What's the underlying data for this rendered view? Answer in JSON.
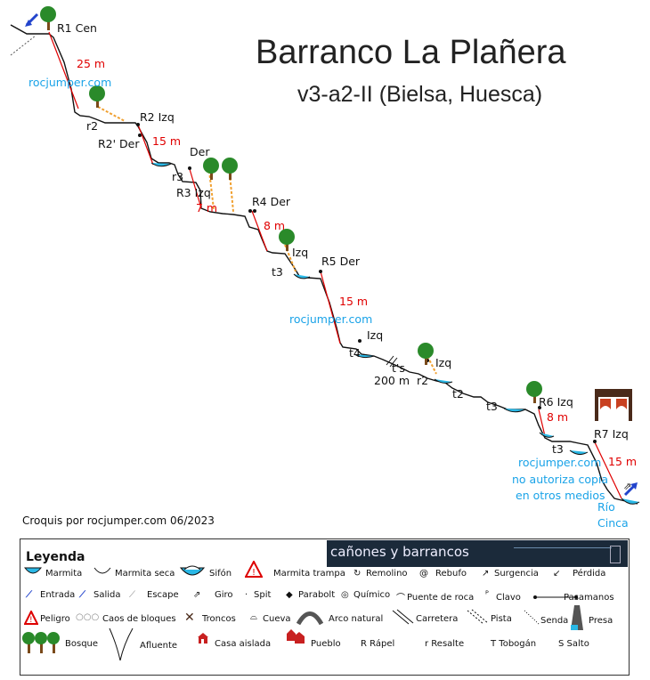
{
  "title": "Barranco La Plañera",
  "subtitle": "v3-a2-II (Bielsa, Huesca)",
  "credit": "Croquis por rocjumper.com 06/2023",
  "watermarks": [
    "rocjumper.com",
    "rocjumper.com",
    "rocjumper.com"
  ],
  "copy_notice": [
    "no autoriza copia",
    "en otros medios"
  ],
  "river_label": [
    "Río",
    "Cinca"
  ],
  "labels": {
    "r1": "R1 Cen",
    "r1_len": "25 m",
    "r2": "r2",
    "r2_izq": "R2 Izq",
    "r2p_der": "R2' Der",
    "r2_len": "15 m",
    "der": "Der",
    "r3": "r3",
    "r3_izq": "R3 Izq",
    "r3_len": "7 m",
    "r4_der": "R4 Der",
    "r4_len": "8 m",
    "izq1": "Izq",
    "t3a": "t3",
    "r5_der": "R5 Der",
    "r5_len": "15 m",
    "izq2": "Izq",
    "t4": "t4",
    "ts": "t's",
    "ts_len": "200 m",
    "izq3": "Izq",
    "r2b": "r2",
    "t2": "t2",
    "t3b": "t3",
    "r6_izq": "R6 Izq",
    "r6_len": "8 m",
    "t3c": "t3",
    "r7_izq": "R7 Izq",
    "r7_len": "15 m"
  },
  "legend": {
    "title": "Leyenda",
    "banner": "cañones y barrancos",
    "items": {
      "marmita": "Marmita",
      "marmita_seca": "Marmita seca",
      "sifon": "Sifón",
      "marmita_trampa": "Marmita trampa",
      "remolino": "Remolino",
      "rebufo": "Rebufo",
      "surgencia": "Surgencia",
      "perdida": "Pérdida",
      "entrada": "Entrada",
      "salida": "Salida",
      "escape": "Escape",
      "giro": "Giro",
      "spit": "Spit",
      "parabolt": "Parabolt",
      "quimico": "Químico",
      "puente_roca": "Puente de roca",
      "clavo": "Clavo",
      "pasamanos": "Pasamanos",
      "peligro": "Peligro",
      "caos": "Caos de bloques",
      "troncos": "Troncos",
      "cueva": "Cueva",
      "arco": "Arco natural",
      "carretera": "Carretera",
      "pista": "Pista",
      "senda": "Senda",
      "presa": "Presa",
      "bosque": "Bosque",
      "afluente": "Afluente",
      "casa": "Casa aislada",
      "pueblo": "Pueblo",
      "rapel": "R Rápel",
      "resalte": "r Resalte",
      "tobogan": "T Tobogán",
      "salto": "S Salto"
    }
  },
  "colors": {
    "water": "#2ab8e6",
    "rope": "#e00000",
    "tree_crown": "#2a8a2a",
    "trunk": "#7a4a1a",
    "escape": "#f0a030",
    "banner_bg": "#1b2a3a"
  }
}
